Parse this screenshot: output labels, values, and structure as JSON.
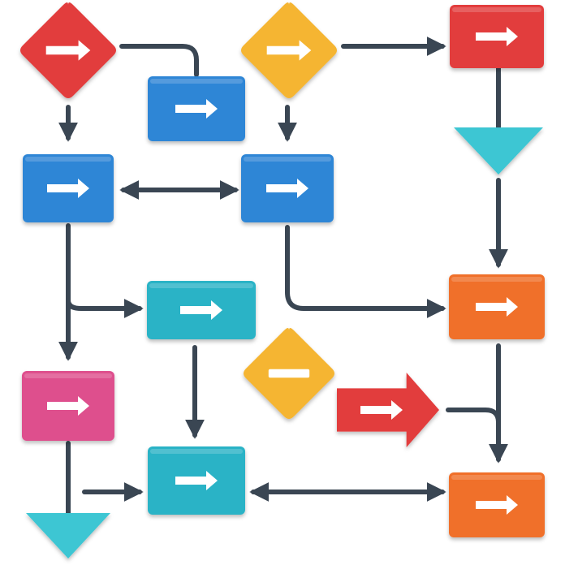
{
  "palette": {
    "background": "#ffffff",
    "connector": "#3a4653",
    "icon": "#ffffff",
    "red": "#e23d3d",
    "yellow": "#f5b531",
    "blue": "#2f86d6",
    "teal": "#2bb3c6",
    "cyan": "#3cc6d3",
    "orange": "#f0702a",
    "magenta": "#de4f8d"
  },
  "nodes": [
    {
      "id": "red-diamond-start",
      "shape": "diamond",
      "color": "red",
      "icon": "right-arrow-icon"
    },
    {
      "id": "blue-box-top",
      "shape": "box",
      "color": "blue",
      "icon": "right-arrow-icon"
    },
    {
      "id": "yellow-diamond-top",
      "shape": "diamond",
      "color": "yellow",
      "icon": "right-arrow-icon"
    },
    {
      "id": "red-box-top-right",
      "shape": "box",
      "color": "red",
      "icon": "right-arrow-icon"
    },
    {
      "id": "cyan-triangle-top-right",
      "shape": "triangle",
      "color": "cyan",
      "icon": ""
    },
    {
      "id": "blue-box-left",
      "shape": "box",
      "color": "blue",
      "icon": "right-arrow-icon"
    },
    {
      "id": "blue-box-center",
      "shape": "box",
      "color": "blue",
      "icon": "right-arrow-icon"
    },
    {
      "id": "orange-box-right",
      "shape": "box",
      "color": "orange",
      "icon": "right-arrow-icon"
    },
    {
      "id": "teal-box-middle",
      "shape": "box",
      "color": "teal",
      "icon": "right-arrow-icon"
    },
    {
      "id": "yellow-diamond-minus",
      "shape": "diamond",
      "color": "yellow",
      "icon": "minus-icon"
    },
    {
      "id": "red-arrow-shape",
      "shape": "arrow",
      "color": "red",
      "icon": "right-arrow-icon"
    },
    {
      "id": "magenta-box-left",
      "shape": "box",
      "color": "magenta",
      "icon": "right-arrow-icon"
    },
    {
      "id": "teal-box-bottom",
      "shape": "box",
      "color": "teal",
      "icon": "right-arrow-icon"
    },
    {
      "id": "orange-box-bottom-right",
      "shape": "box",
      "color": "orange",
      "icon": "right-arrow-icon"
    },
    {
      "id": "cyan-triangle-bottom-left",
      "shape": "triangle",
      "color": "cyan",
      "icon": ""
    }
  ],
  "connectors": [
    {
      "from": "red-diamond-start",
      "to": "blue-box-top",
      "ends": "none"
    },
    {
      "from": "red-diamond-start",
      "to": "blue-box-left",
      "ends": "forward"
    },
    {
      "from": "yellow-diamond-top",
      "to": "red-box-top-right",
      "ends": "forward"
    },
    {
      "from": "yellow-diamond-top",
      "to": "blue-box-center",
      "ends": "forward"
    },
    {
      "from": "red-box-top-right",
      "to": "cyan-triangle-top-right",
      "ends": "none"
    },
    {
      "from": "blue-box-left",
      "to": "blue-box-center",
      "ends": "both"
    },
    {
      "from": "cyan-triangle-top-right",
      "to": "orange-box-right",
      "ends": "forward"
    },
    {
      "from": "blue-box-center",
      "to": "orange-box-right",
      "ends": "forward"
    },
    {
      "from": "blue-box-left",
      "to": "teal-box-middle",
      "ends": "forward"
    },
    {
      "from": "blue-box-left",
      "to": "magenta-box-left",
      "ends": "forward"
    },
    {
      "from": "teal-box-middle",
      "to": "teal-box-bottom",
      "ends": "forward"
    },
    {
      "from": "red-arrow-shape",
      "to": "orange-box-bottom-right",
      "ends": "forward"
    },
    {
      "from": "orange-box-right",
      "to": "orange-box-bottom-right",
      "ends": "forward"
    },
    {
      "from": "magenta-box-left",
      "to": "cyan-triangle-bottom-left",
      "ends": "none"
    },
    {
      "from": "magenta-box-left",
      "to": "teal-box-bottom",
      "ends": "forward"
    },
    {
      "from": "teal-box-bottom",
      "to": "orange-box-bottom-right",
      "ends": "both"
    }
  ]
}
